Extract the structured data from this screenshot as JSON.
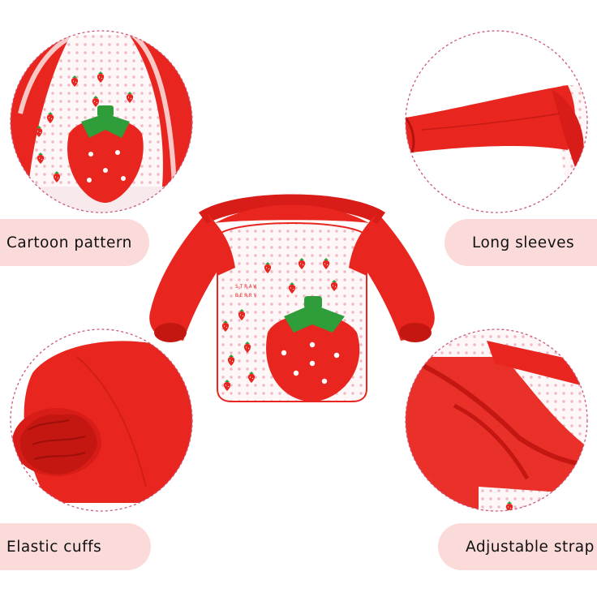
{
  "labels": {
    "cartoon": "Cartoon pattern",
    "sleeves": "Long sleeves",
    "cuffs": "Elastic cuffs",
    "strap": "Adjustable strap"
  },
  "bib_print": {
    "line1": "STRAW",
    "line2": "BERRY"
  },
  "colors": {
    "apron_red": "#e8261f",
    "bib_white": "#fdf7f8",
    "polka_pink": "#f2b6c3",
    "strawberry_green": "#2e9d3a",
    "label_pink": "#fbdada",
    "dash_circle": "#c95a7c"
  }
}
